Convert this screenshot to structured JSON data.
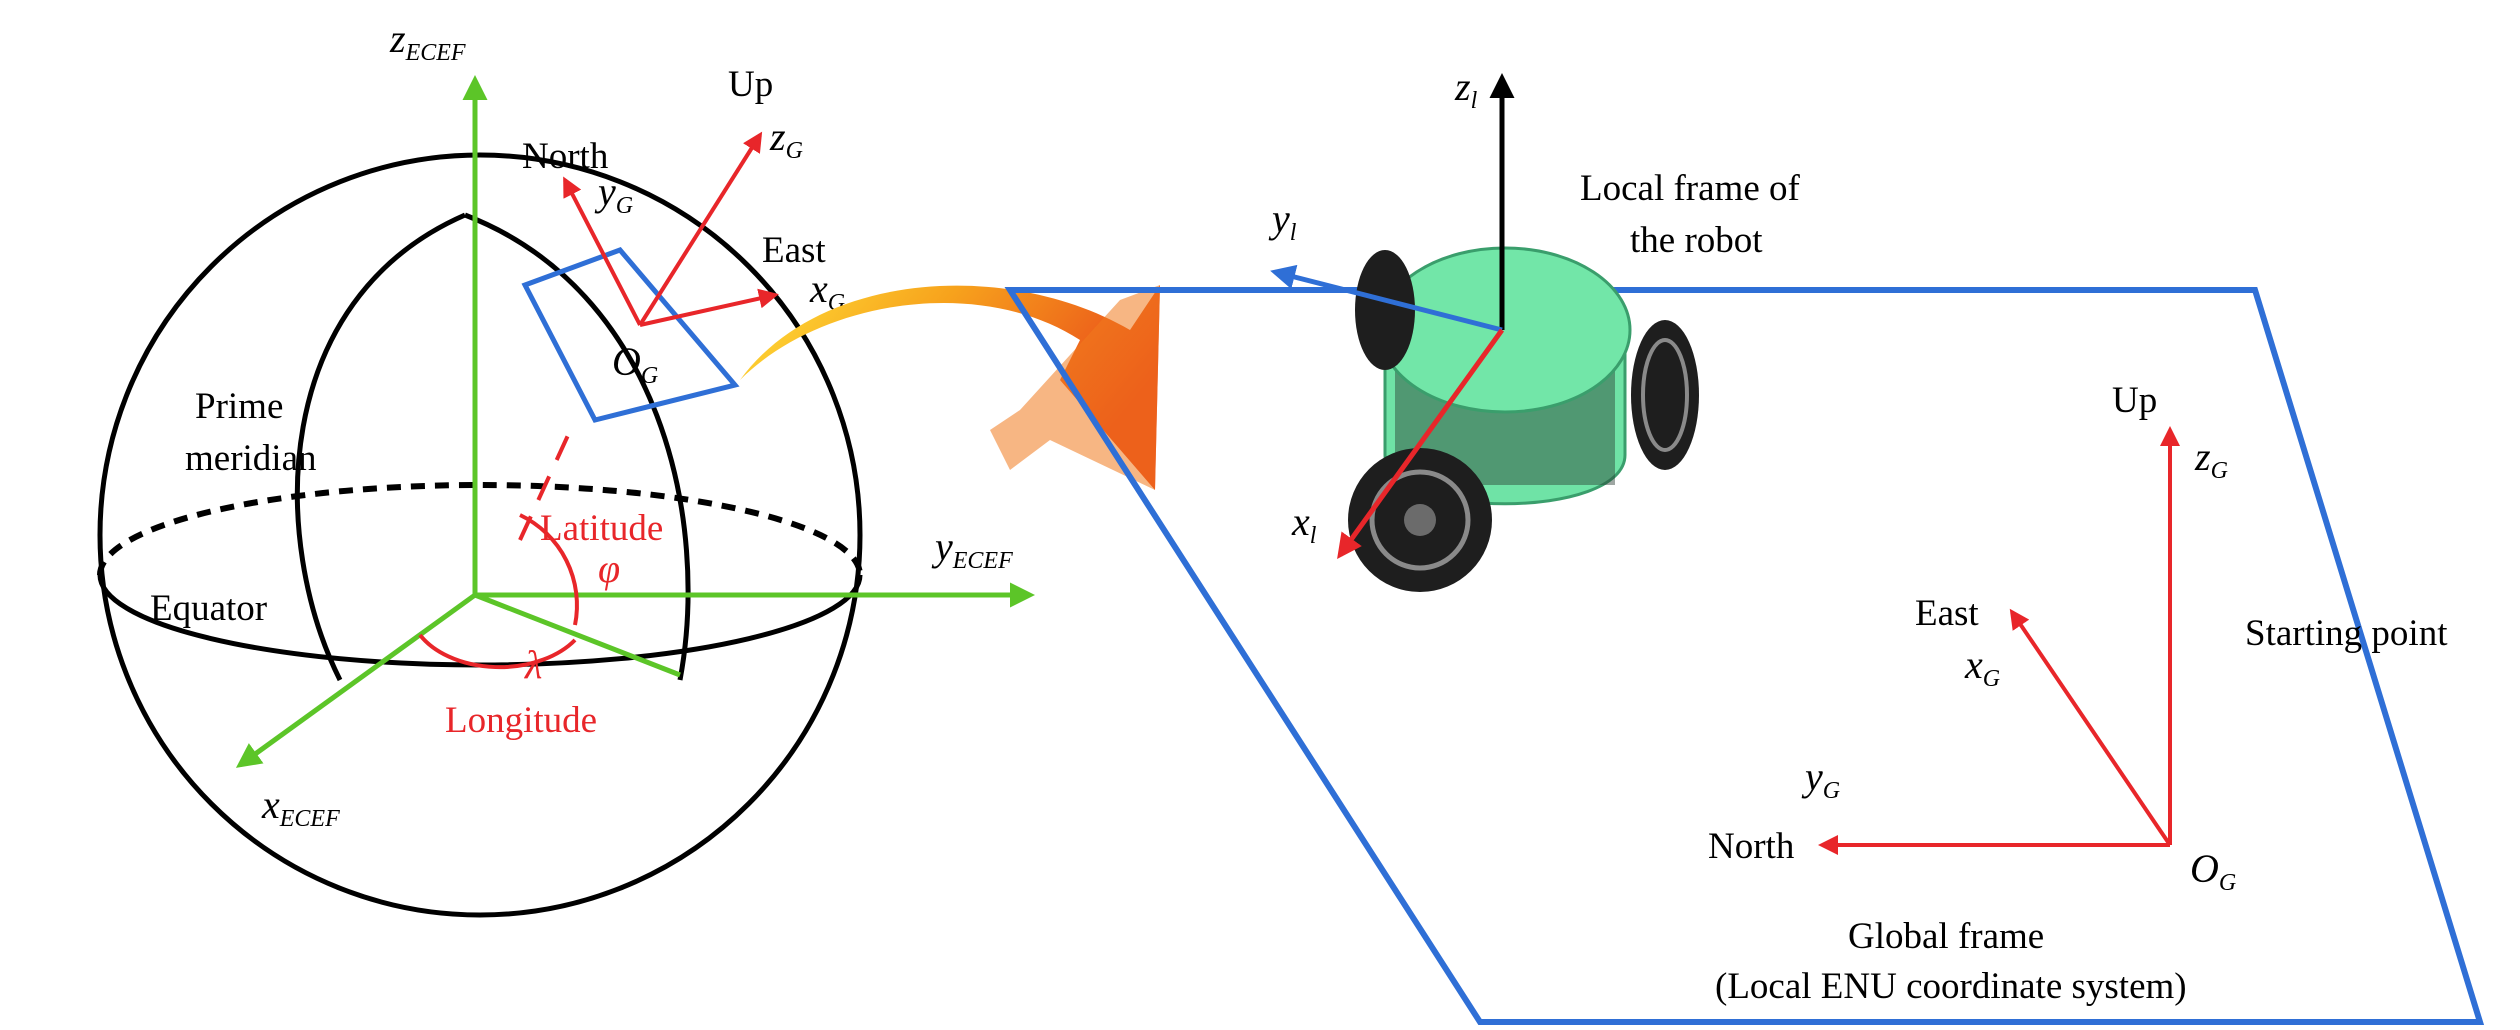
{
  "colors": {
    "ecef_axis": "#5cc528",
    "frame_axis": "#e8262a",
    "plane_outline": "#2f6fd6",
    "robot_body": "#6fe3a6",
    "robot_z_axis": "#000000",
    "angle_text": "#e8262a",
    "transfer_arrow": "#f07a1e"
  },
  "globe": {
    "z_axis_label": {
      "main": "z",
      "sub": "ECEF"
    },
    "y_axis_label": {
      "main": "y",
      "sub": "ECEF"
    },
    "x_axis_label": {
      "main": "x",
      "sub": "ECEF"
    },
    "prime_meridian_line1": "Prime",
    "prime_meridian_line2": "meridian",
    "equator": "Equator",
    "latitude": "Latitude",
    "latitude_symbol": "φ",
    "longitude": "Longitude",
    "longitude_symbol": "λ",
    "local_frame": {
      "up": "Up",
      "north": "North",
      "east": "East",
      "z_label": {
        "main": "z",
        "sub": "G"
      },
      "y_label": {
        "main": "y",
        "sub": "G"
      },
      "x_label": {
        "main": "x",
        "sub": "G"
      },
      "origin_label": {
        "main": "O",
        "sub": "G"
      }
    }
  },
  "robot": {
    "z_label": {
      "main": "z",
      "sub": "l"
    },
    "y_label": {
      "main": "y",
      "sub": "l"
    },
    "x_label": {
      "main": "x",
      "sub": "l"
    },
    "caption_line1": "Local frame of",
    "caption_line2": "the robot"
  },
  "global_frame": {
    "up": "Up",
    "east": "East",
    "north": "North",
    "z_label": {
      "main": "z",
      "sub": "G"
    },
    "x_label": {
      "main": "x",
      "sub": "G"
    },
    "y_label": {
      "main": "y",
      "sub": "G"
    },
    "origin_label": {
      "main": "O",
      "sub": "G"
    },
    "starting_point": "Starting point",
    "caption_line1": "Global frame",
    "caption_line2": "(Local ENU coordinate system)"
  },
  "icons": {
    "transfer": "curved-transfer-arrow-icon",
    "robot": "omni-wheel-robot-icon"
  }
}
